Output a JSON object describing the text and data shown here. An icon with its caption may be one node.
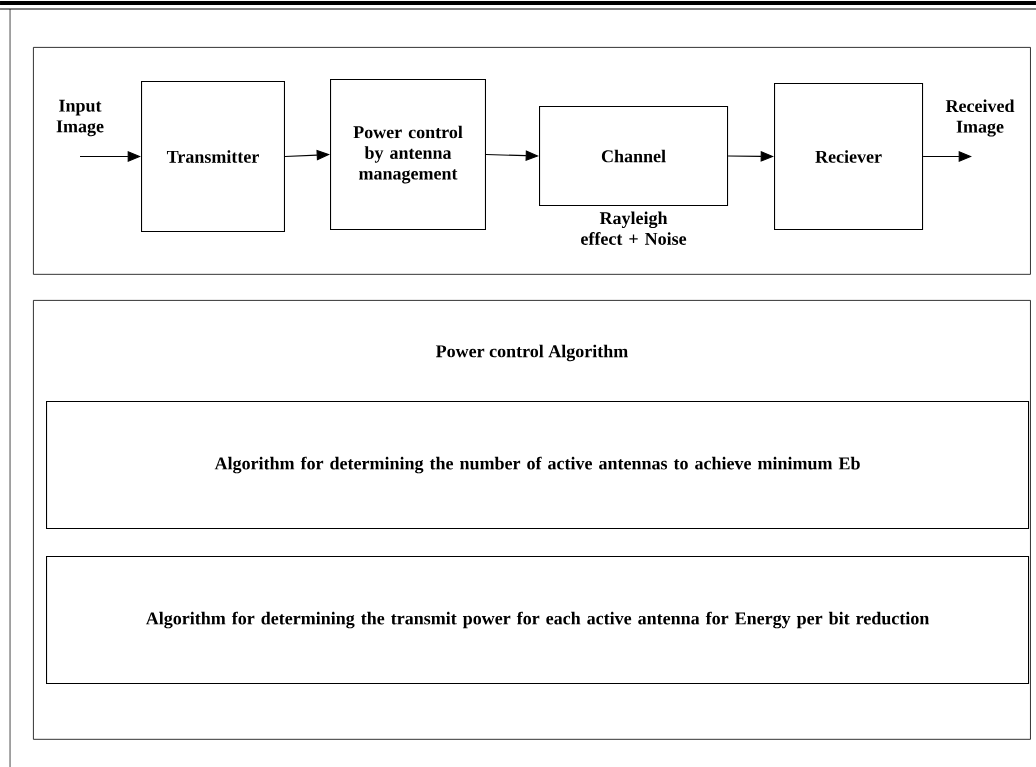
{
  "diagram": {
    "nodes": [
      {
        "text": [],
        "shape": "box"
      },
      {
        "text": [
          "Input Image"
        ],
        "in": 0
      },
      {
        "text": [
          "Transmitter"
        ],
        "in": 0
      },
      {
        "text": [
          "Power control by antenna management"
        ],
        "in": 0
      },
      {
        "text": [
          "Channel"
        ],
        "in": 0,
        "beside": [
          "Rayleigh effect + Noise"
        ]
      },
      {
        "text": [
          "Reciever"
        ],
        "in": 0
      },
      {
        "text": [
          "Received Image"
        ],
        "in": 0
      },
      {
        "text": [
          "Power control Algorithm"
        ]
      },
      {
        "text": [
          "Algorithm for determining the number of active antennas to achieve minimum Eb"
        ],
        "in": 7
      },
      {
        "text": [
          "Algorithm for determining the transmit power for each active antenna for Energy per bit reduction"
        ],
        "in": 7
      }
    ],
    "edges": [
      {
        "from": 1,
        "to": 2,
        "arrow": "to"
      },
      {
        "from": 2,
        "to": 3,
        "arrow": "to"
      },
      {
        "from": 3,
        "to": 4,
        "arrow": "to"
      },
      {
        "from": 4,
        "to": 5,
        "arrow": "to"
      },
      {
        "from": 5,
        "to": 6,
        "arrow": "to"
      }
    ]
  }
}
